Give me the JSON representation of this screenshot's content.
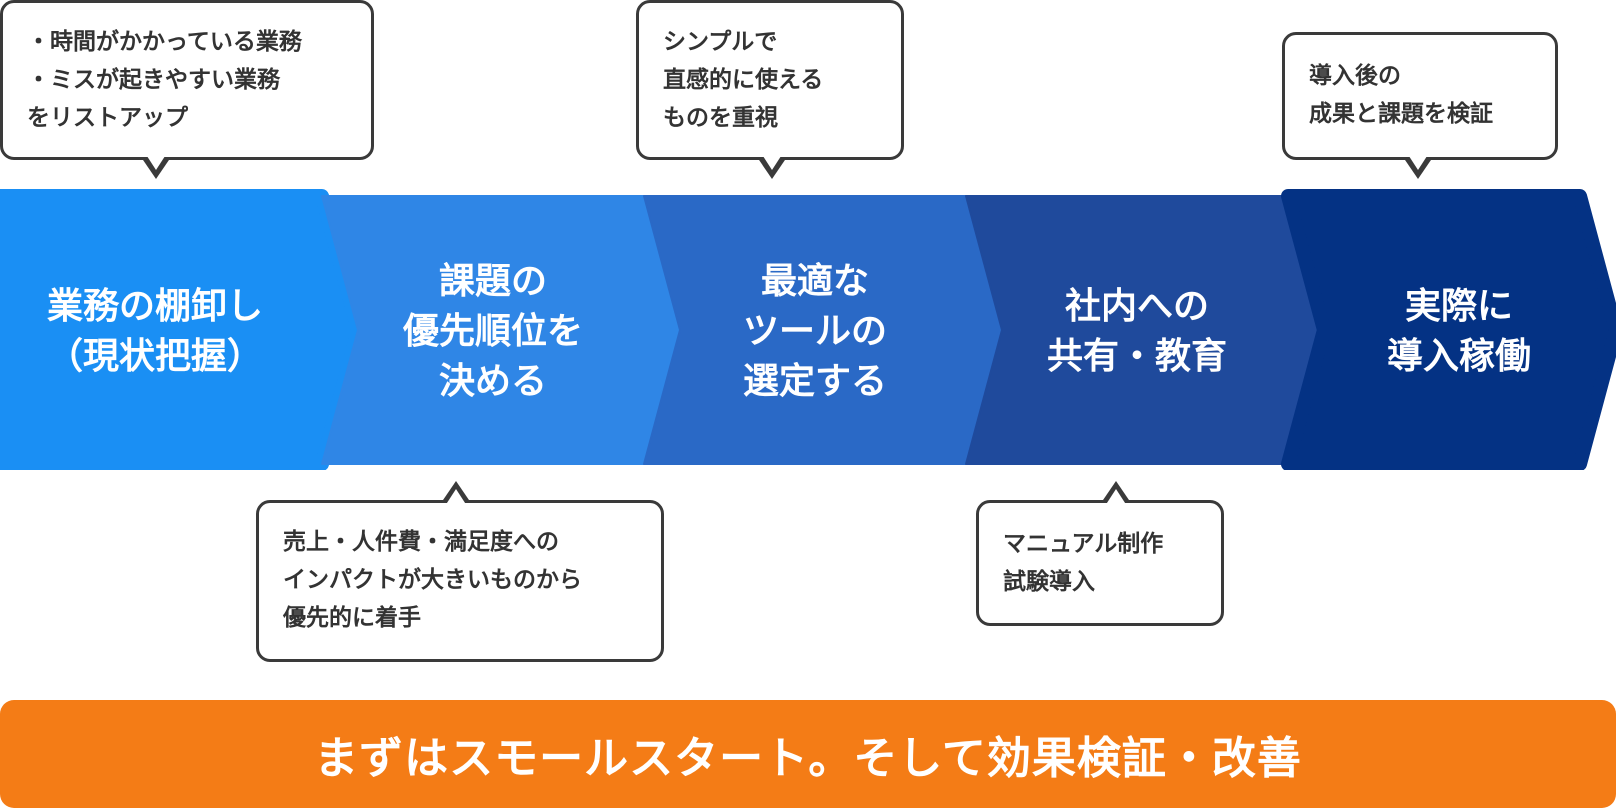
{
  "steps": [
    {
      "lines": [
        "業務の棚卸し",
        "（現状把握）"
      ],
      "color": "#1a8ff4"
    },
    {
      "lines": [
        "課題の",
        "優先順位を",
        "決める"
      ],
      "color": "#2f86e6"
    },
    {
      "lines": [
        "最適な",
        "ツールの",
        "選定する"
      ],
      "color": "#2a69c6"
    },
    {
      "lines": [
        "社内への",
        "共有・教育"
      ],
      "color": "#1f4a9c"
    },
    {
      "lines": [
        "実際に",
        "導入稼働"
      ],
      "color": "#043284"
    }
  ],
  "callouts": {
    "step1": [
      "・時間がかかっている業務",
      "・ミスが起きやすい業務",
      "をリストアップ"
    ],
    "step2": [
      "売上・人件費・満足度への",
      "インパクトが大きいものから",
      "優先的に着手"
    ],
    "step3": [
      "シンプルで",
      "直感的に使える",
      "ものを重視"
    ],
    "step4": [
      "マニュアル制作",
      "試験導入"
    ],
    "step5": [
      "導入後の",
      "成果と課題を検証"
    ]
  },
  "banner": {
    "text": "まずはスモールスタート。そして効果検証・改善"
  }
}
